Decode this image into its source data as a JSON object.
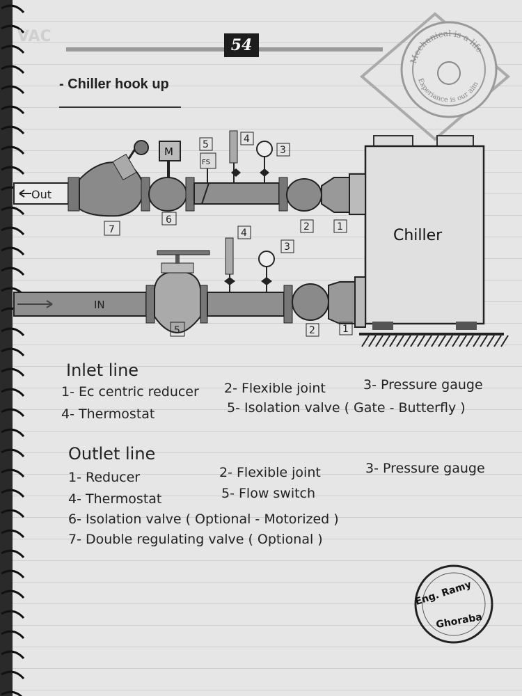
{
  "header": {
    "page_number": "54",
    "faint_label": "VAC"
  },
  "title": "- Chiller hook up",
  "stamp": {
    "top_text": "Mechanical is a life",
    "bottom_text": "Experiance is our aim"
  },
  "diagram": {
    "chiller_label": "Chiller",
    "outlet_pipe_label": "Out",
    "inlet_pipe_label": "IN",
    "motor_label": "M",
    "flow_switch_label": "FS",
    "outlet_tags": {
      "t7": "7",
      "t6": "6",
      "t5": "5",
      "t4": "4",
      "t3": "3",
      "t2": "2",
      "t1": "1"
    },
    "inlet_tags": {
      "t4": "4",
      "t3": "3",
      "t5": "5",
      "t2": "2",
      "t1": "1"
    }
  },
  "inlet": {
    "heading": "Inlet line",
    "item1": "1- Ec centric reducer",
    "item2": "2- Flexible joint",
    "item3": "3- Pressure gauge",
    "item4": "4- Thermostat",
    "item5": "5- Isolation valve ( Gate - Butterfly )"
  },
  "outlet": {
    "heading": "Outlet line",
    "item1": "1- Reducer",
    "item2": "2- Flexible joint",
    "item3": "3- Pressure gauge",
    "item4": "4- Thermostat",
    "item5": "5- Flow switch",
    "item6": "6- Isolation valve ( Optional - Motorized )",
    "item7": "7- Double regulating valve ( Optional )"
  },
  "signature": {
    "line1": "Eng. Ramy",
    "line2": "Ghoraba"
  }
}
